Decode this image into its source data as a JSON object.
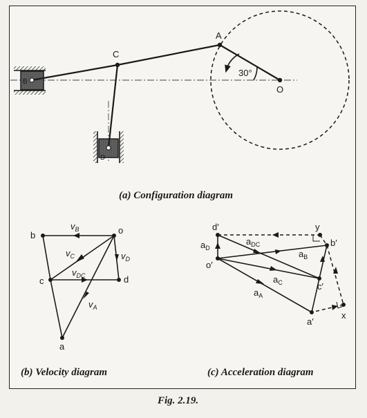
{
  "configuration": {
    "caption": "(a) Configuration diagram",
    "points": {
      "A": "A",
      "B": "B",
      "C": "C",
      "D": "D",
      "O": "O"
    },
    "angle": "30°"
  },
  "velocity": {
    "caption": "(b) Velocity diagram",
    "points": {
      "o": "o",
      "b": "b",
      "c": "c",
      "d": "d",
      "a": "a"
    },
    "vectors": {
      "vB": {
        "main": "v",
        "sub": "B"
      },
      "vC": {
        "main": "v",
        "sub": "C"
      },
      "vD": {
        "main": "v",
        "sub": "D"
      },
      "vDC": {
        "main": "v",
        "sub": "DC"
      },
      "vA": {
        "main": "v",
        "sub": "A"
      }
    }
  },
  "acceleration": {
    "caption": "(c) Acceleration diagram",
    "points": {
      "d1": "d′",
      "y": "y",
      "b1": "b′",
      "o1": "o′",
      "c1": "c′",
      "a1": "a′",
      "x": "x"
    },
    "vectors": {
      "aD": {
        "main": "a",
        "sub": "D"
      },
      "aDC": {
        "main": "a",
        "sub": "DC"
      },
      "aB": {
        "main": "a",
        "sub": "B"
      },
      "aC": {
        "main": "a",
        "sub": "C"
      },
      "aA": {
        "main": "a",
        "sub": "A"
      }
    }
  },
  "figure_label": "Fig. 2.19."
}
